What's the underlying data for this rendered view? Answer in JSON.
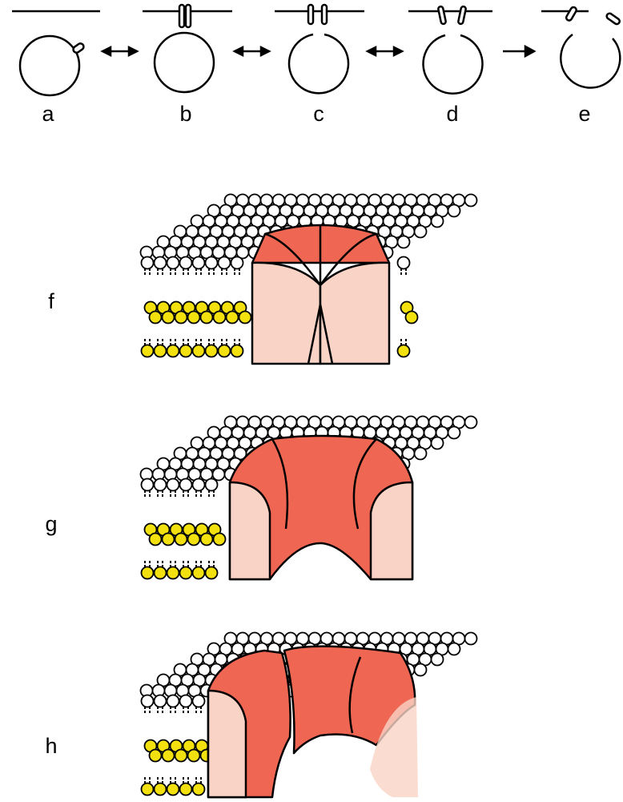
{
  "labels": {
    "a": "a",
    "b": "b",
    "c": "c",
    "d": "d",
    "e": "e",
    "f": "f",
    "g": "g",
    "h": "h"
  },
  "colors": {
    "background": "#ffffff",
    "outer_leaflet_head": "#ffffff",
    "inner_leaflet_head": "#f2e10e",
    "protein_dark": "#ef6652",
    "protein_light": "#f9d3c5",
    "outline": "#000000"
  }
}
